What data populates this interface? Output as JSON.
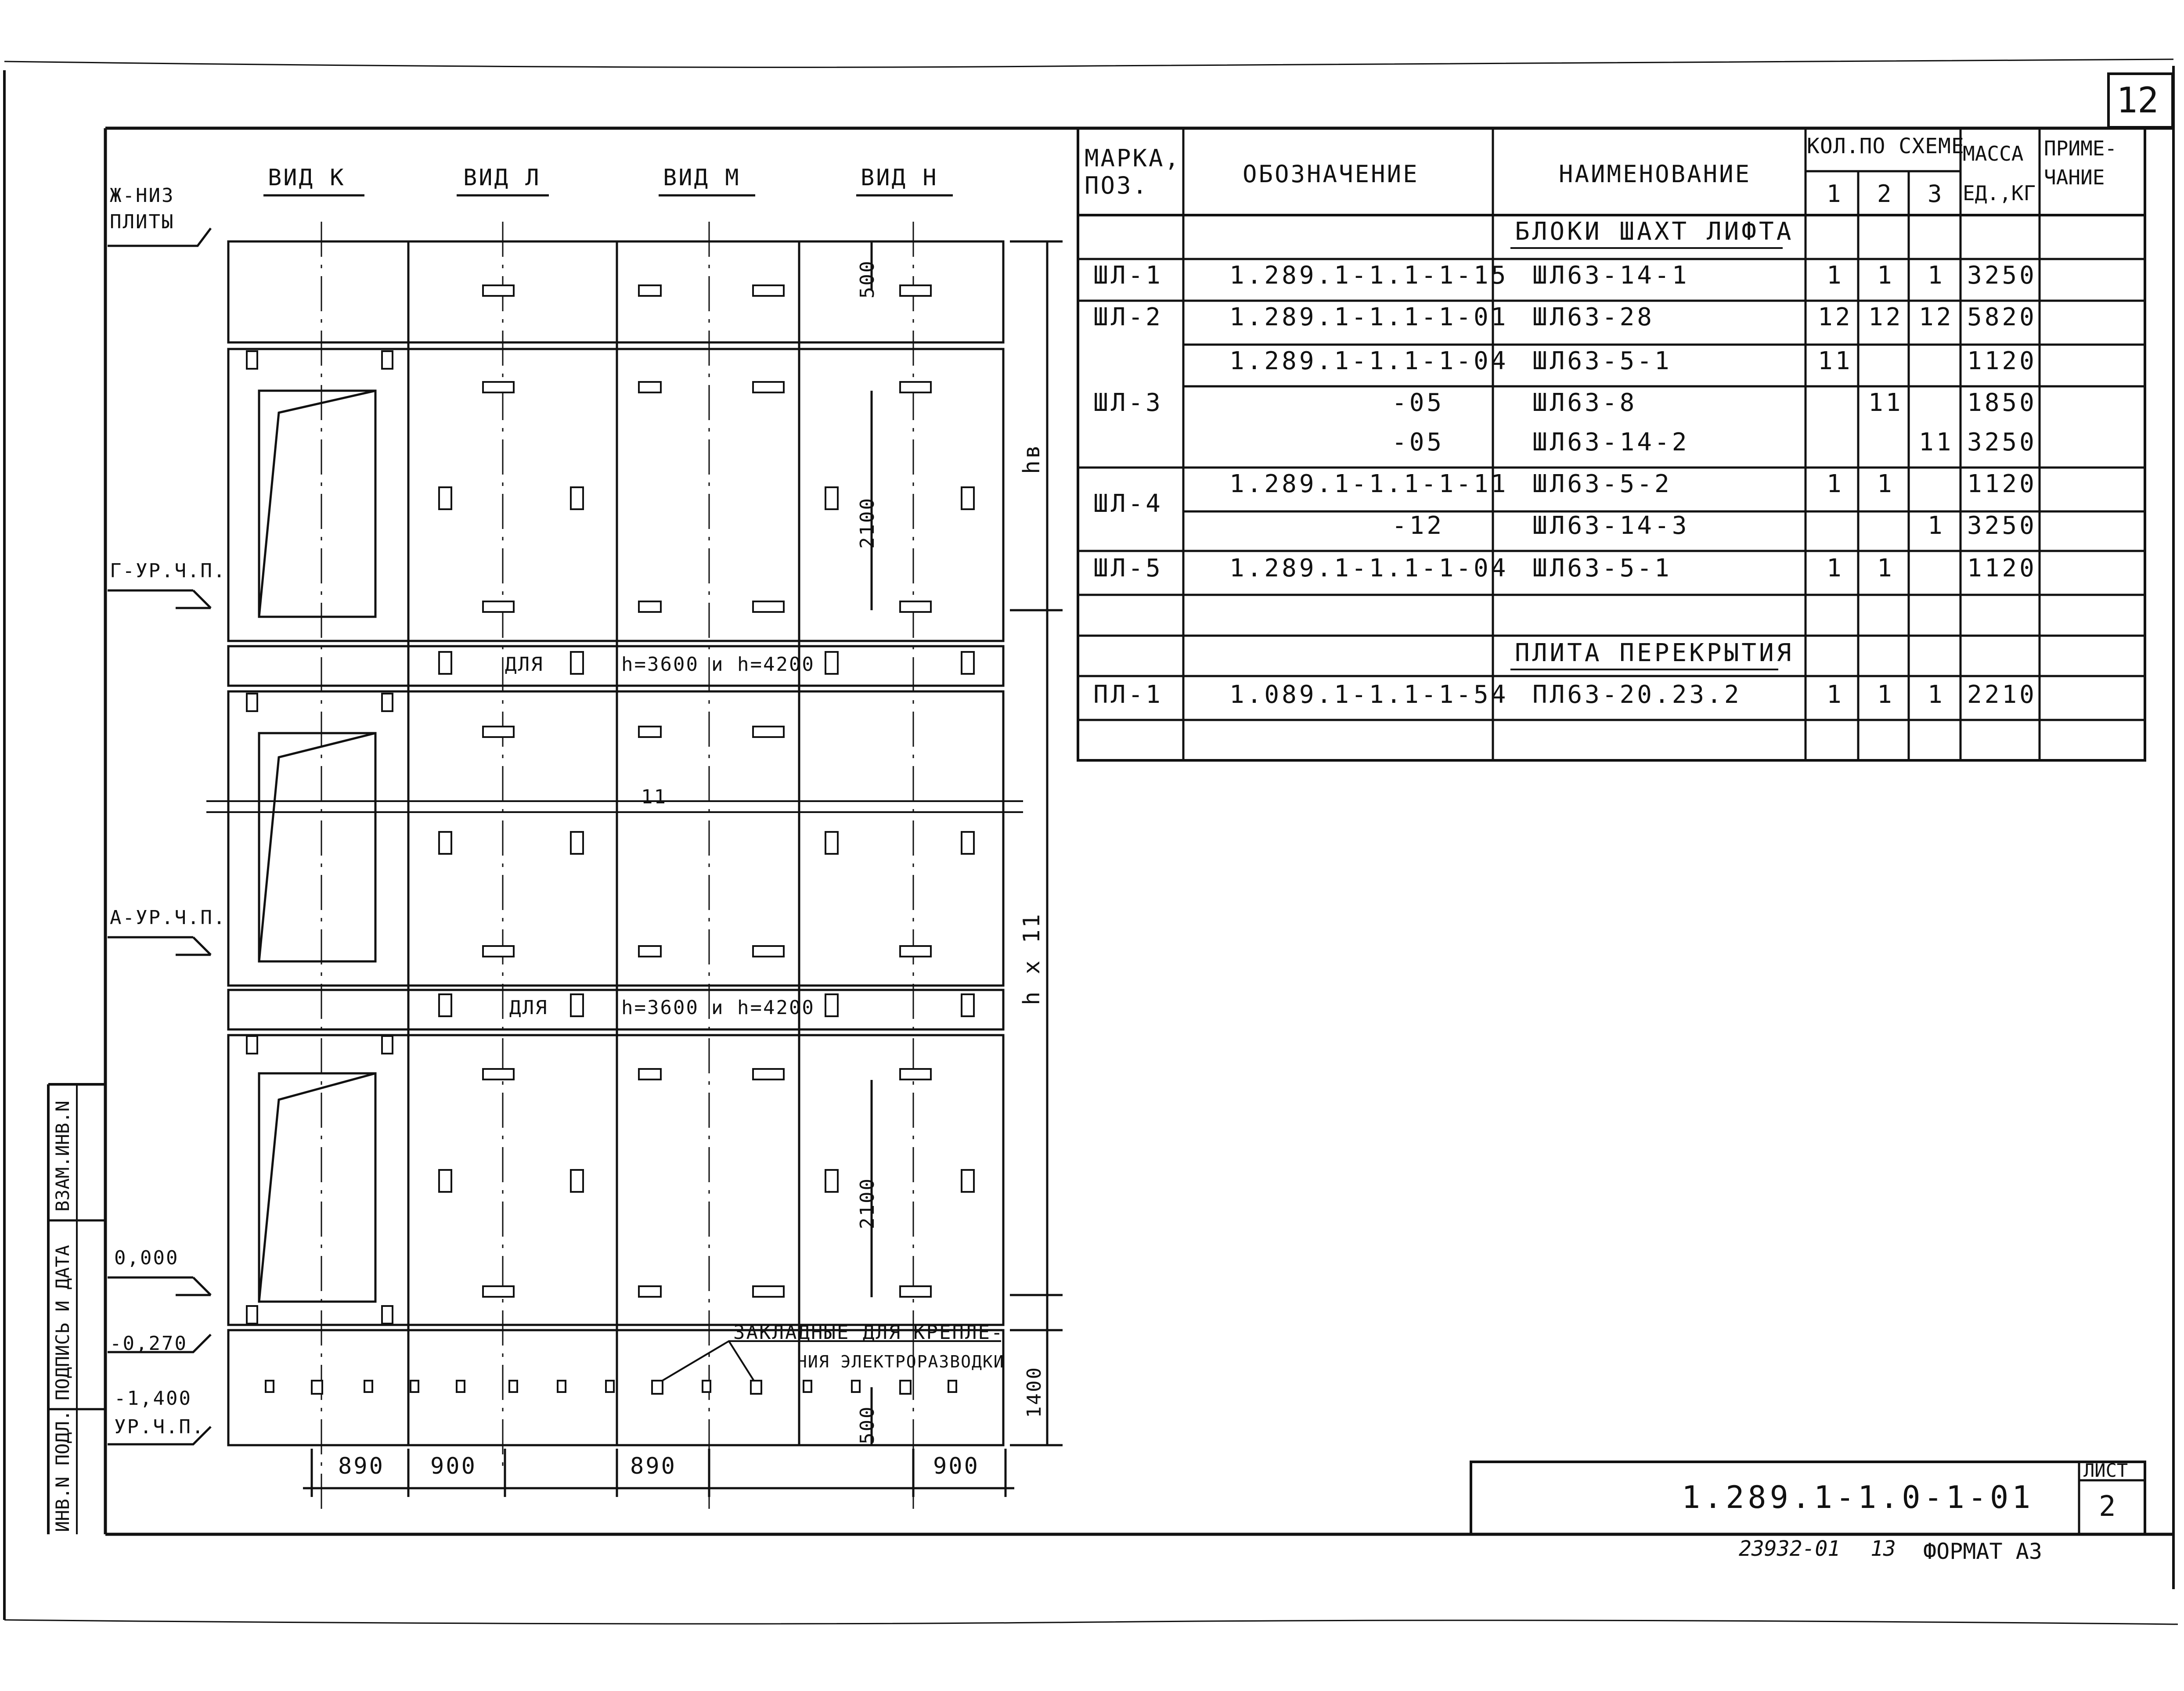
{
  "sheet_number": "12",
  "views": {
    "k": "ВИД К",
    "l": "ВИД Л",
    "m": "ВИД М",
    "n": "ВИД Н"
  },
  "levels": {
    "slab_bottom_1": "Ж-НИЗ",
    "slab_bottom_2": "ПЛИТЫ",
    "g": "Г-УР.Ч.П.",
    "a": "А-УР.Ч.П.",
    "zero": "0,000",
    "m0270": "-0,270",
    "m1400": "-1,400",
    "ur": "УР.Ч.П."
  },
  "drawing_labels": {
    "dim_500_top": "500",
    "dim_2100_a": "2100",
    "dim_2100_b": "2100",
    "dim_hv": "hв",
    "dim_hx11": "h x 11",
    "dim_1400": "1400",
    "dim_500_bottom": "500",
    "note_h_1_a": "ДЛЯ",
    "note_h_1_b": "h=3600",
    "note_h_1_c": "и h=4200",
    "note_h_2_a": "ДЛЯ",
    "note_h_2_b": "h=3600",
    "note_h_2_c": "и h=4200",
    "embed_note_1": "ЗАКЛАДНЫЕ ДЛЯ",
    "embed_note_2": "КРЕПЛЕ-",
    "embed_note_3": "НИЯ ЭЛЕКТРОРАЗВОДКИ",
    "break_mark": "11",
    "dims_bottom": [
      "890",
      "900",
      "890",
      "900"
    ]
  },
  "spec_table": {
    "headers": {
      "mark": "МАРКА, ПОЗ.",
      "designation": "ОБОЗНАЧЕНИЕ",
      "name": "НАИМЕНОВАНИЕ",
      "qty": "КОЛ.ПО СХЕМЕ",
      "qty_cols": [
        "1",
        "2",
        "3"
      ],
      "mass": "МАССА ЕД.,КГ",
      "note": "ПРИМЕ-ЧАНИЕ"
    },
    "section_1": "БЛОКИ ШАХТ ЛИФТА",
    "section_2": "ПЛИТА ПЕРЕКРЫТИЯ",
    "rows": [
      {
        "mark": "ШЛ-1",
        "designation": "1.289.1-1.1-1-15",
        "name": "ШЛ63-14-1",
        "q1": "1",
        "q2": "1",
        "q3": "1",
        "mass": "3250"
      },
      {
        "mark": "ШЛ-2",
        "designation": "1.289.1-1.1-1-01",
        "name": "ШЛ63-28",
        "q1": "12",
        "q2": "12",
        "q3": "12",
        "mass": "5820"
      },
      {
        "mark": "",
        "designation": "1.289.1-1.1-1-04",
        "name": "ШЛ63-5-1",
        "q1": "11",
        "q2": "",
        "q3": "",
        "mass": "1120"
      },
      {
        "mark": "ШЛ-3",
        "designation": "-05",
        "name": "ШЛ63-8",
        "q1": "",
        "q2": "11",
        "q3": "",
        "mass": "1850"
      },
      {
        "mark": "",
        "designation": "-05",
        "name": "ШЛ63-14-2",
        "q1": "",
        "q2": "",
        "q3": "11",
        "mass": "3250"
      },
      {
        "mark": "ШЛ-4",
        "designation": "1.289.1-1.1-1-11",
        "name": "ШЛ63-5-2",
        "q1": "1",
        "q2": "1",
        "q3": "",
        "mass": "1120"
      },
      {
        "mark": "",
        "designation": "-12",
        "name": "ШЛ63-14-3",
        "q1": "",
        "q2": "",
        "q3": "1",
        "mass": "3250"
      },
      {
        "mark": "ШЛ-5",
        "designation": "1.289.1-1.1-1-04",
        "name": "ШЛ63-5-1",
        "q1": "1",
        "q2": "1",
        "q3": "",
        "mass": "1120"
      },
      {
        "mark": "ПЛ-1",
        "designation": "1.089.1-1.1-1-54",
        "name": "ПЛ63-20.23.2",
        "q1": "1",
        "q2": "1",
        "q3": "1",
        "mass": "2210"
      }
    ]
  },
  "stamp": {
    "code": "1.289.1-1.0-1-01",
    "sheet_label": "ЛИСТ",
    "sheet_value": "2",
    "inv_number": "23932-01",
    "page": "13",
    "format": "ФОРМАТ А3"
  },
  "side_stamp": {
    "inv_podl": "ИНВ.N ПОДЛ.",
    "podpis": "ПОДПИСЬ И ДАТА",
    "vzam": "ВЗАМ.ИНВ.N"
  }
}
